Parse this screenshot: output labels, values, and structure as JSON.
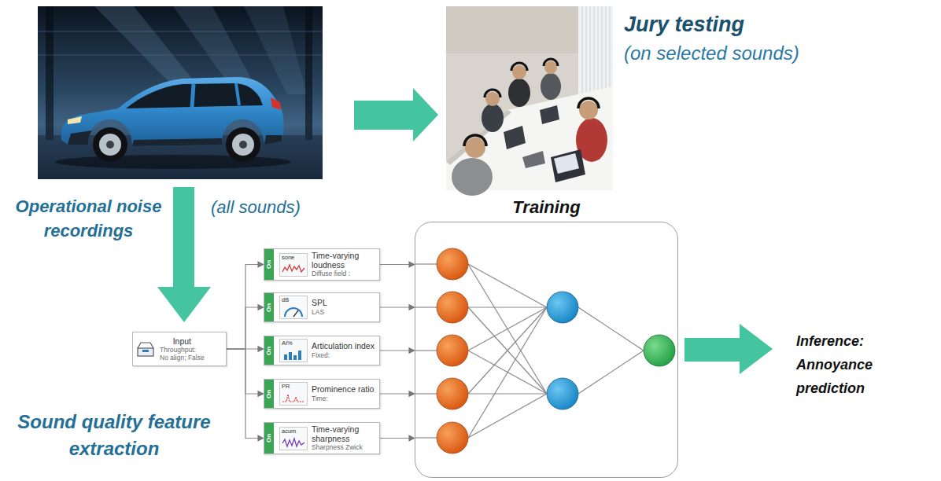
{
  "diagram": {
    "nodes": [
      {
        "text": [
          "Input",
          "Throughput:",
          "No align; False"
        ]
      },
      {
        "text": [
          "On",
          "sone",
          "Time-varying loudness",
          "Diffuse field :"
        ]
      },
      {
        "text": [
          "On",
          "dB",
          "SPL",
          "LAS"
        ]
      },
      {
        "text": [
          "On",
          "AI%",
          "Articulation index",
          "Fixed:"
        ]
      },
      {
        "text": [
          "On",
          "PR",
          "Prominence ratio",
          "Time:"
        ]
      },
      {
        "text": [
          "On",
          "acum",
          "Time-varying sharpness",
          "Sharpness Zwick"
        ]
      },
      {
        "text": [
          "Training"
        ]
      }
    ],
    "edges": [
      {
        "from": 0,
        "to": 1,
        "arrow": "to"
      },
      {
        "from": 0,
        "to": 2,
        "arrow": "to"
      },
      {
        "from": 0,
        "to": 3,
        "arrow": "to"
      },
      {
        "from": 0,
        "to": 4,
        "arrow": "to"
      },
      {
        "from": 0,
        "to": 5,
        "arrow": "to"
      },
      {
        "from": 1,
        "to": 6,
        "arrow": "to"
      },
      {
        "from": 2,
        "to": 6,
        "arrow": "to"
      },
      {
        "from": 3,
        "to": 6,
        "arrow": "to"
      },
      {
        "from": 4,
        "to": 6,
        "arrow": "to"
      },
      {
        "from": 5,
        "to": 6,
        "arrow": "to"
      }
    ],
    "labels": [
      "Jury testing",
      "(on selected sounds)",
      "Operational noise recordings",
      "(all sounds)",
      "Sound quality feature extraction",
      "Inference: Annoyance prediction"
    ]
  }
}
